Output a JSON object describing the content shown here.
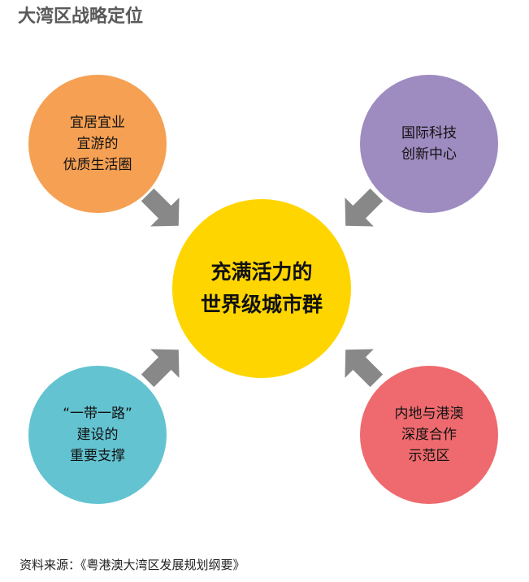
{
  "title": "大湾区战略定位",
  "center": {
    "lines": [
      "充满活力的",
      "世界级城市群"
    ],
    "color": "#FFD500"
  },
  "nodes": [
    {
      "id": "top-left",
      "lines": [
        "宜居宜业",
        "宜游的",
        "优质生活圈"
      ],
      "color": "#F5A053"
    },
    {
      "id": "top-right",
      "lines": [
        "国际科技",
        "创新中心"
      ],
      "color": "#9E8BC0"
    },
    {
      "id": "bottom-left",
      "lines": [
        "“一带一路”",
        "建设的",
        "重要支撑"
      ],
      "color": "#63C3D1"
    },
    {
      "id": "bottom-right",
      "lines": [
        "内地与港澳",
        "深度合作",
        "示范区"
      ],
      "color": "#EE6A6E"
    }
  ],
  "arrow_color": "#888888",
  "source": "资料来源：《粤港澳大湾区发展规划纲要》"
}
